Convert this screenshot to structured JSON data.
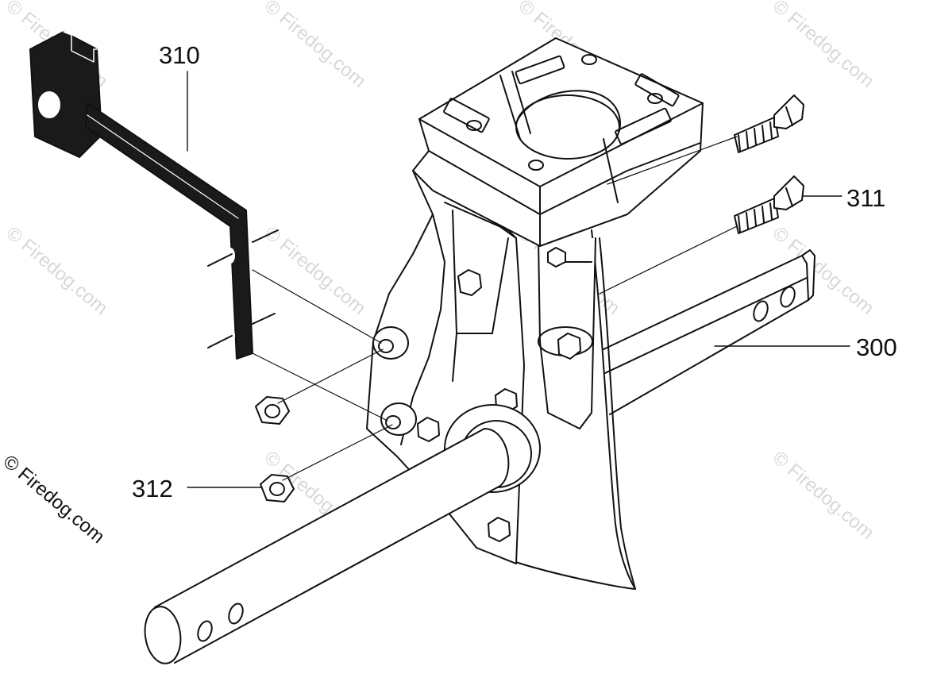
{
  "callouts": {
    "bracket": "310",
    "bolt": "311",
    "nut": "312",
    "shaft": "300"
  },
  "watermark": {
    "text": "© Firedog.com",
    "color": "#d8d8d8"
  },
  "colors": {
    "line": "#111111",
    "fill": "#ffffff",
    "bracket": "#1a1a1a"
  }
}
